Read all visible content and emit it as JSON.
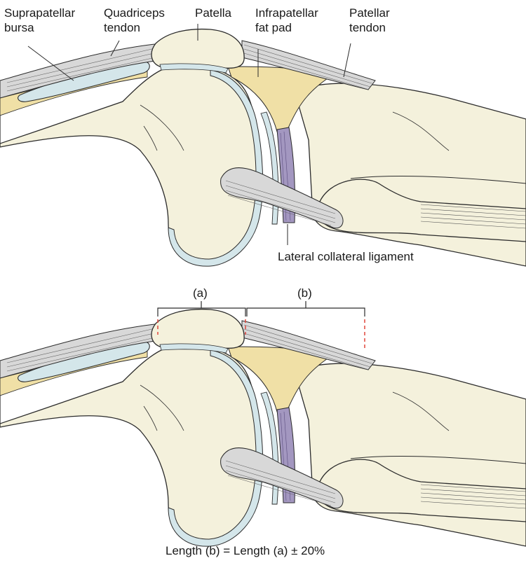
{
  "labels": {
    "suprapatellar_bursa": [
      "Suprapatellar",
      "bursa"
    ],
    "quadriceps_tendon": [
      "Quadriceps",
      "tendon"
    ],
    "patella": "Patella",
    "infrapatellar_fat_pad": [
      "Infrapatellar",
      "fat pad"
    ],
    "patellar_tendon": [
      "Patellar",
      "tendon"
    ],
    "lateral_collateral_ligament": "Lateral collateral ligament"
  },
  "measurement": {
    "bracket_a": "(a)",
    "bracket_b": "(b)",
    "formula": "Length (b) = Length (a) ± 20%"
  },
  "colors": {
    "bone": "#f4f1dc",
    "bone_outline": "#2b2b2b",
    "cartilage": "#d4e6ea",
    "fat_pad": "#f0e0a6",
    "ligament": "#a397c0",
    "tendon": "#d8d8d8",
    "dashed_marker": "#e0463c"
  }
}
